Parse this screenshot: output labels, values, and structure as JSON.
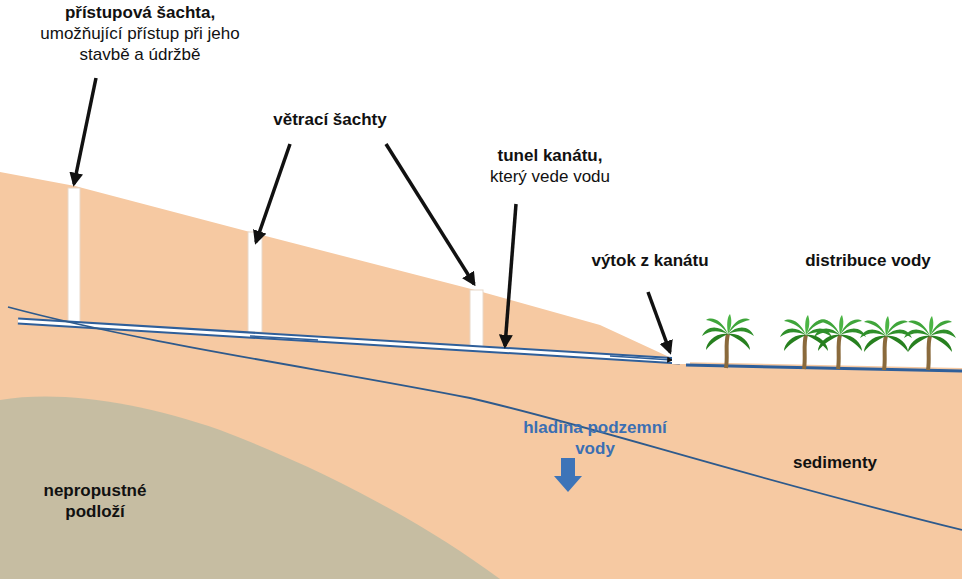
{
  "diagram": {
    "labels": [
      "přístupová šachta,",
      "umožňující přístup při jeho stavbě a údržbě",
      "větrací šachty",
      "tunel kanátu,",
      "který vede vodu",
      "výtok z kanátu",
      "distribuce vody",
      "hladina podzemní vody",
      "sedimenty",
      "nepropustné podloží"
    ]
  }
}
